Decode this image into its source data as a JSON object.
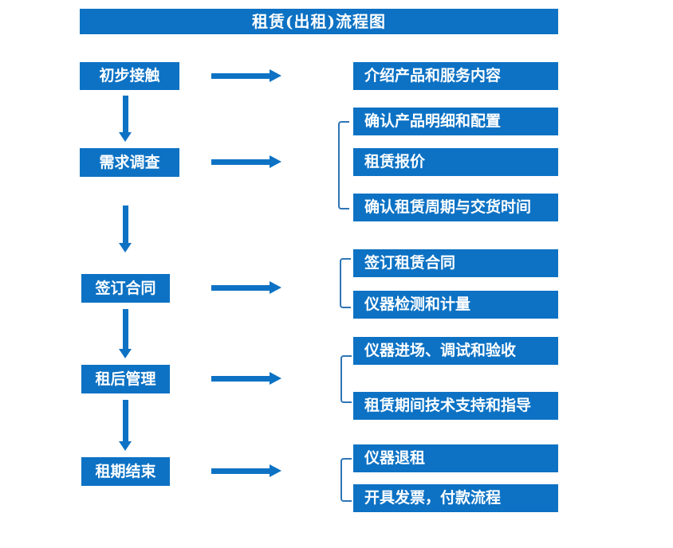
{
  "title": "租赁(出租)流程图",
  "colors": {
    "primary_blue": "#0d72c4",
    "bracket_blue": "#2e75b6",
    "text_white": "#ffffff",
    "background": "#ffffff"
  },
  "flowchart": {
    "stages": [
      {
        "label": "初步接触",
        "outputs": [
          "介绍产品和服务内容"
        ]
      },
      {
        "label": "需求调查",
        "outputs": [
          "确认产品明细和配置",
          "租赁报价",
          "确认租赁周期与交货时间"
        ]
      },
      {
        "label": "签订合同",
        "outputs": [
          "签订租赁合同",
          "仪器检测和计量"
        ]
      },
      {
        "label": "租后管理",
        "outputs": [
          "仪器进场、调试和验收",
          "租赁期间技术支持和指导"
        ]
      },
      {
        "label": "租期结束",
        "outputs": [
          "仪器退租",
          "开具发票，付款流程"
        ]
      }
    ]
  }
}
